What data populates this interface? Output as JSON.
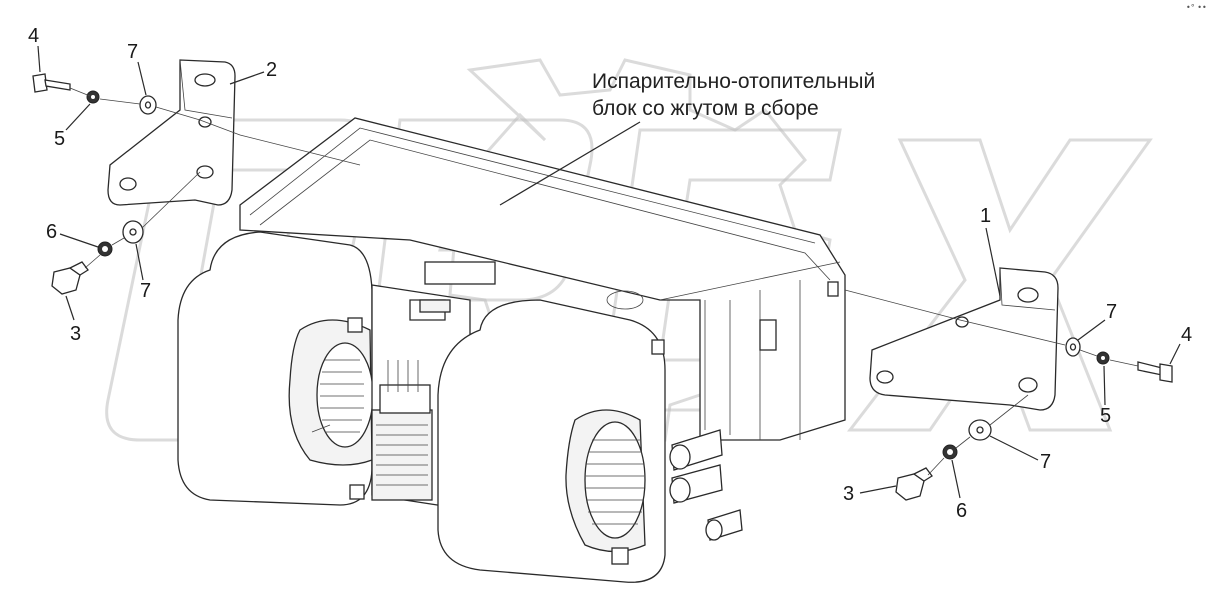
{
  "title_line1": "Испарительно-отопительный",
  "title_line2": "блок со жгутом в сборе",
  "corner_mark": "•° •••",
  "callouts": {
    "left_bolt": "4",
    "left_washer_top": "7",
    "left_bracket": "2",
    "left_lockwasher": "5",
    "left_nut": "6",
    "left_washer_bottom": "7",
    "left_screw": "3",
    "right_bracket": "1",
    "right_washer_top": "7",
    "right_bolt": "4",
    "right_lockwasher": "5",
    "right_washer_bottom": "7",
    "right_screw": "3",
    "right_nut": "6"
  },
  "watermark": {
    "text": "OPEX",
    "icon": "gear-icon"
  },
  "colors": {
    "line": "#2a2a2a",
    "watermark": "#bdbdbd",
    "text": "#1a1a1a"
  }
}
